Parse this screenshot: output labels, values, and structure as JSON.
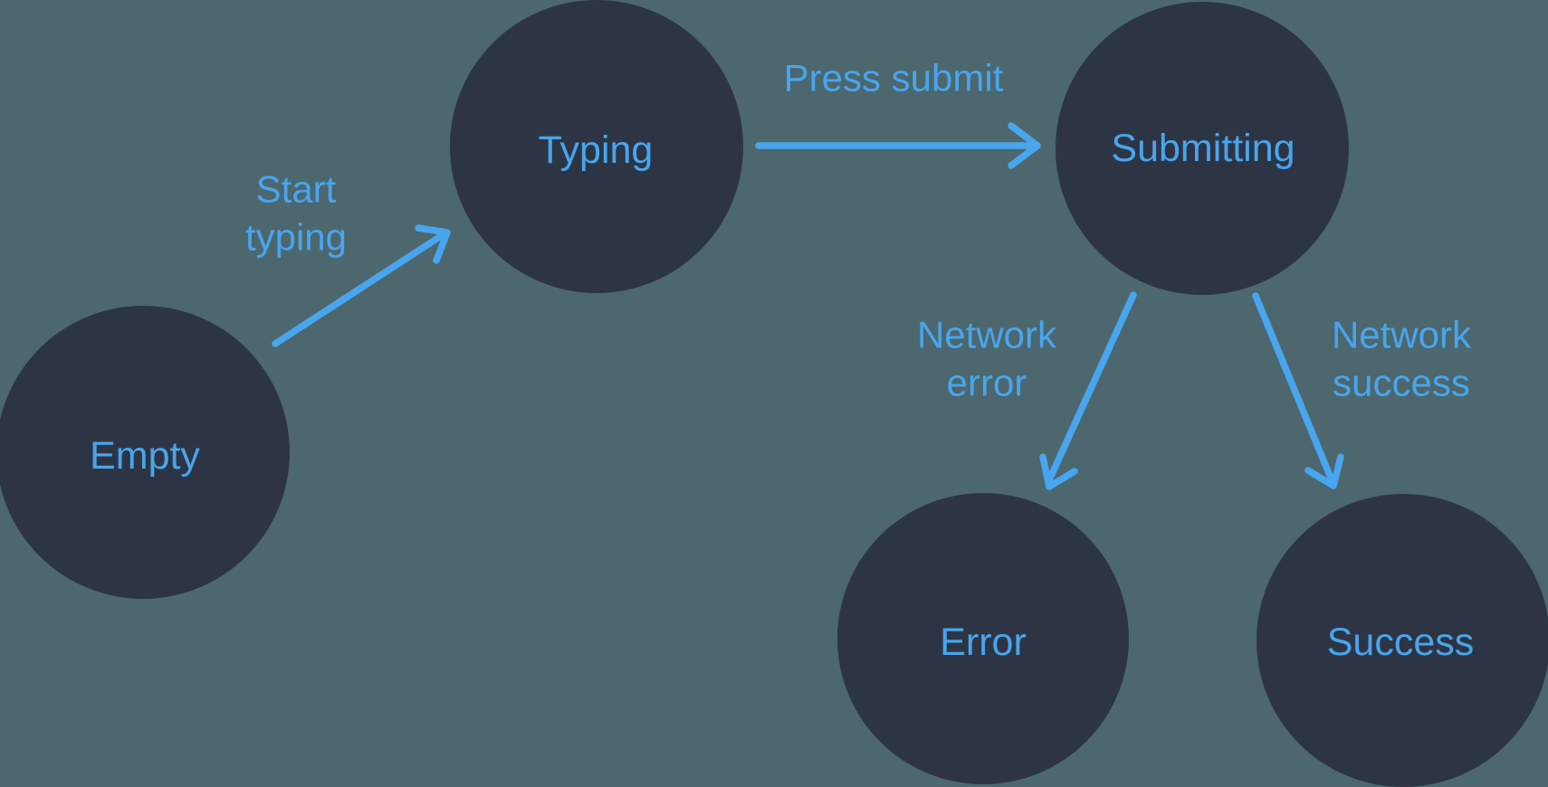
{
  "colors": {
    "background": "#4c676d",
    "node": "#2d3544",
    "accent": "#48a5ee"
  },
  "nodes": [
    {
      "id": "empty",
      "label": "Empty"
    },
    {
      "id": "typing",
      "label": "Typing"
    },
    {
      "id": "submitting",
      "label": "Submitting"
    },
    {
      "id": "error",
      "label": "Error"
    },
    {
      "id": "success",
      "label": "Success"
    }
  ],
  "transitions": [
    {
      "from": "empty",
      "to": "typing",
      "label": "Start typing",
      "label_lines": [
        "Start",
        "typing"
      ]
    },
    {
      "from": "typing",
      "to": "submitting",
      "label": "Press submit",
      "label_lines": [
        "Press submit"
      ]
    },
    {
      "from": "submitting",
      "to": "error",
      "label": "Network error",
      "label_lines": [
        "Network",
        "error"
      ]
    },
    {
      "from": "submitting",
      "to": "success",
      "label": "Network success",
      "label_lines": [
        "Network",
        "success"
      ]
    }
  ]
}
